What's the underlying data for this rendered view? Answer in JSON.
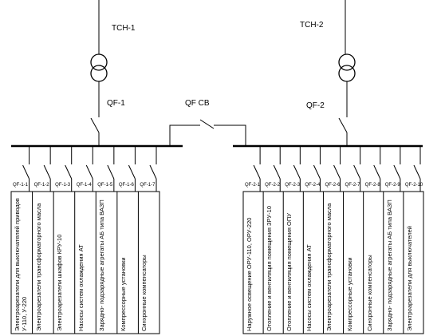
{
  "transformers": {
    "tsn1": "ТСН-1",
    "tsn2": "ТСН-2"
  },
  "breakers": {
    "qf1": "QF-1",
    "qf2": "QF-2",
    "sectional": "QF СВ"
  },
  "section1": {
    "feeders": [
      "QF-1-1",
      "QF-1-2",
      "QF-1-3",
      "QF-1-4",
      "QF-1-5",
      "QF-1-6",
      "QF-1-7"
    ],
    "loads": [
      "Электроарезатели для выключателей приводов У-110, У-220",
      "Электроарезатели трансформаторного масла",
      "Электроарезатели шкафов КРУ-10",
      "Насосы систем охлаждения АТ",
      "Зарядно- подзарядные агрегаты АБ типа ВАЗП",
      "Компрессорные установки",
      "Синхронные компенсаторы"
    ]
  },
  "section2": {
    "feeders": [
      "QF-2-1",
      "QF-2-2",
      "QF-2-3",
      "QF-2-4",
      "QF-2-6",
      "QF-2-7",
      "QF-2-8",
      "QF-2-9",
      "QF-2-10"
    ],
    "loads": [
      "Наружное освещение ОРУ-110, ОРУ-220",
      "Отопление и вентиляция помещения ЗРУ-10",
      "Отопление и вентиляция помещения ОПУ",
      "Насосы систем охлаждения АТ",
      "Электроарезатели трансформаторного масла",
      "Компрессорные установки",
      "Синхронные компенсаторы",
      "Зарядно- подзарядные агрегаты АБ типа ВАЗП",
      "Электроарезатели для выключателей"
    ]
  }
}
